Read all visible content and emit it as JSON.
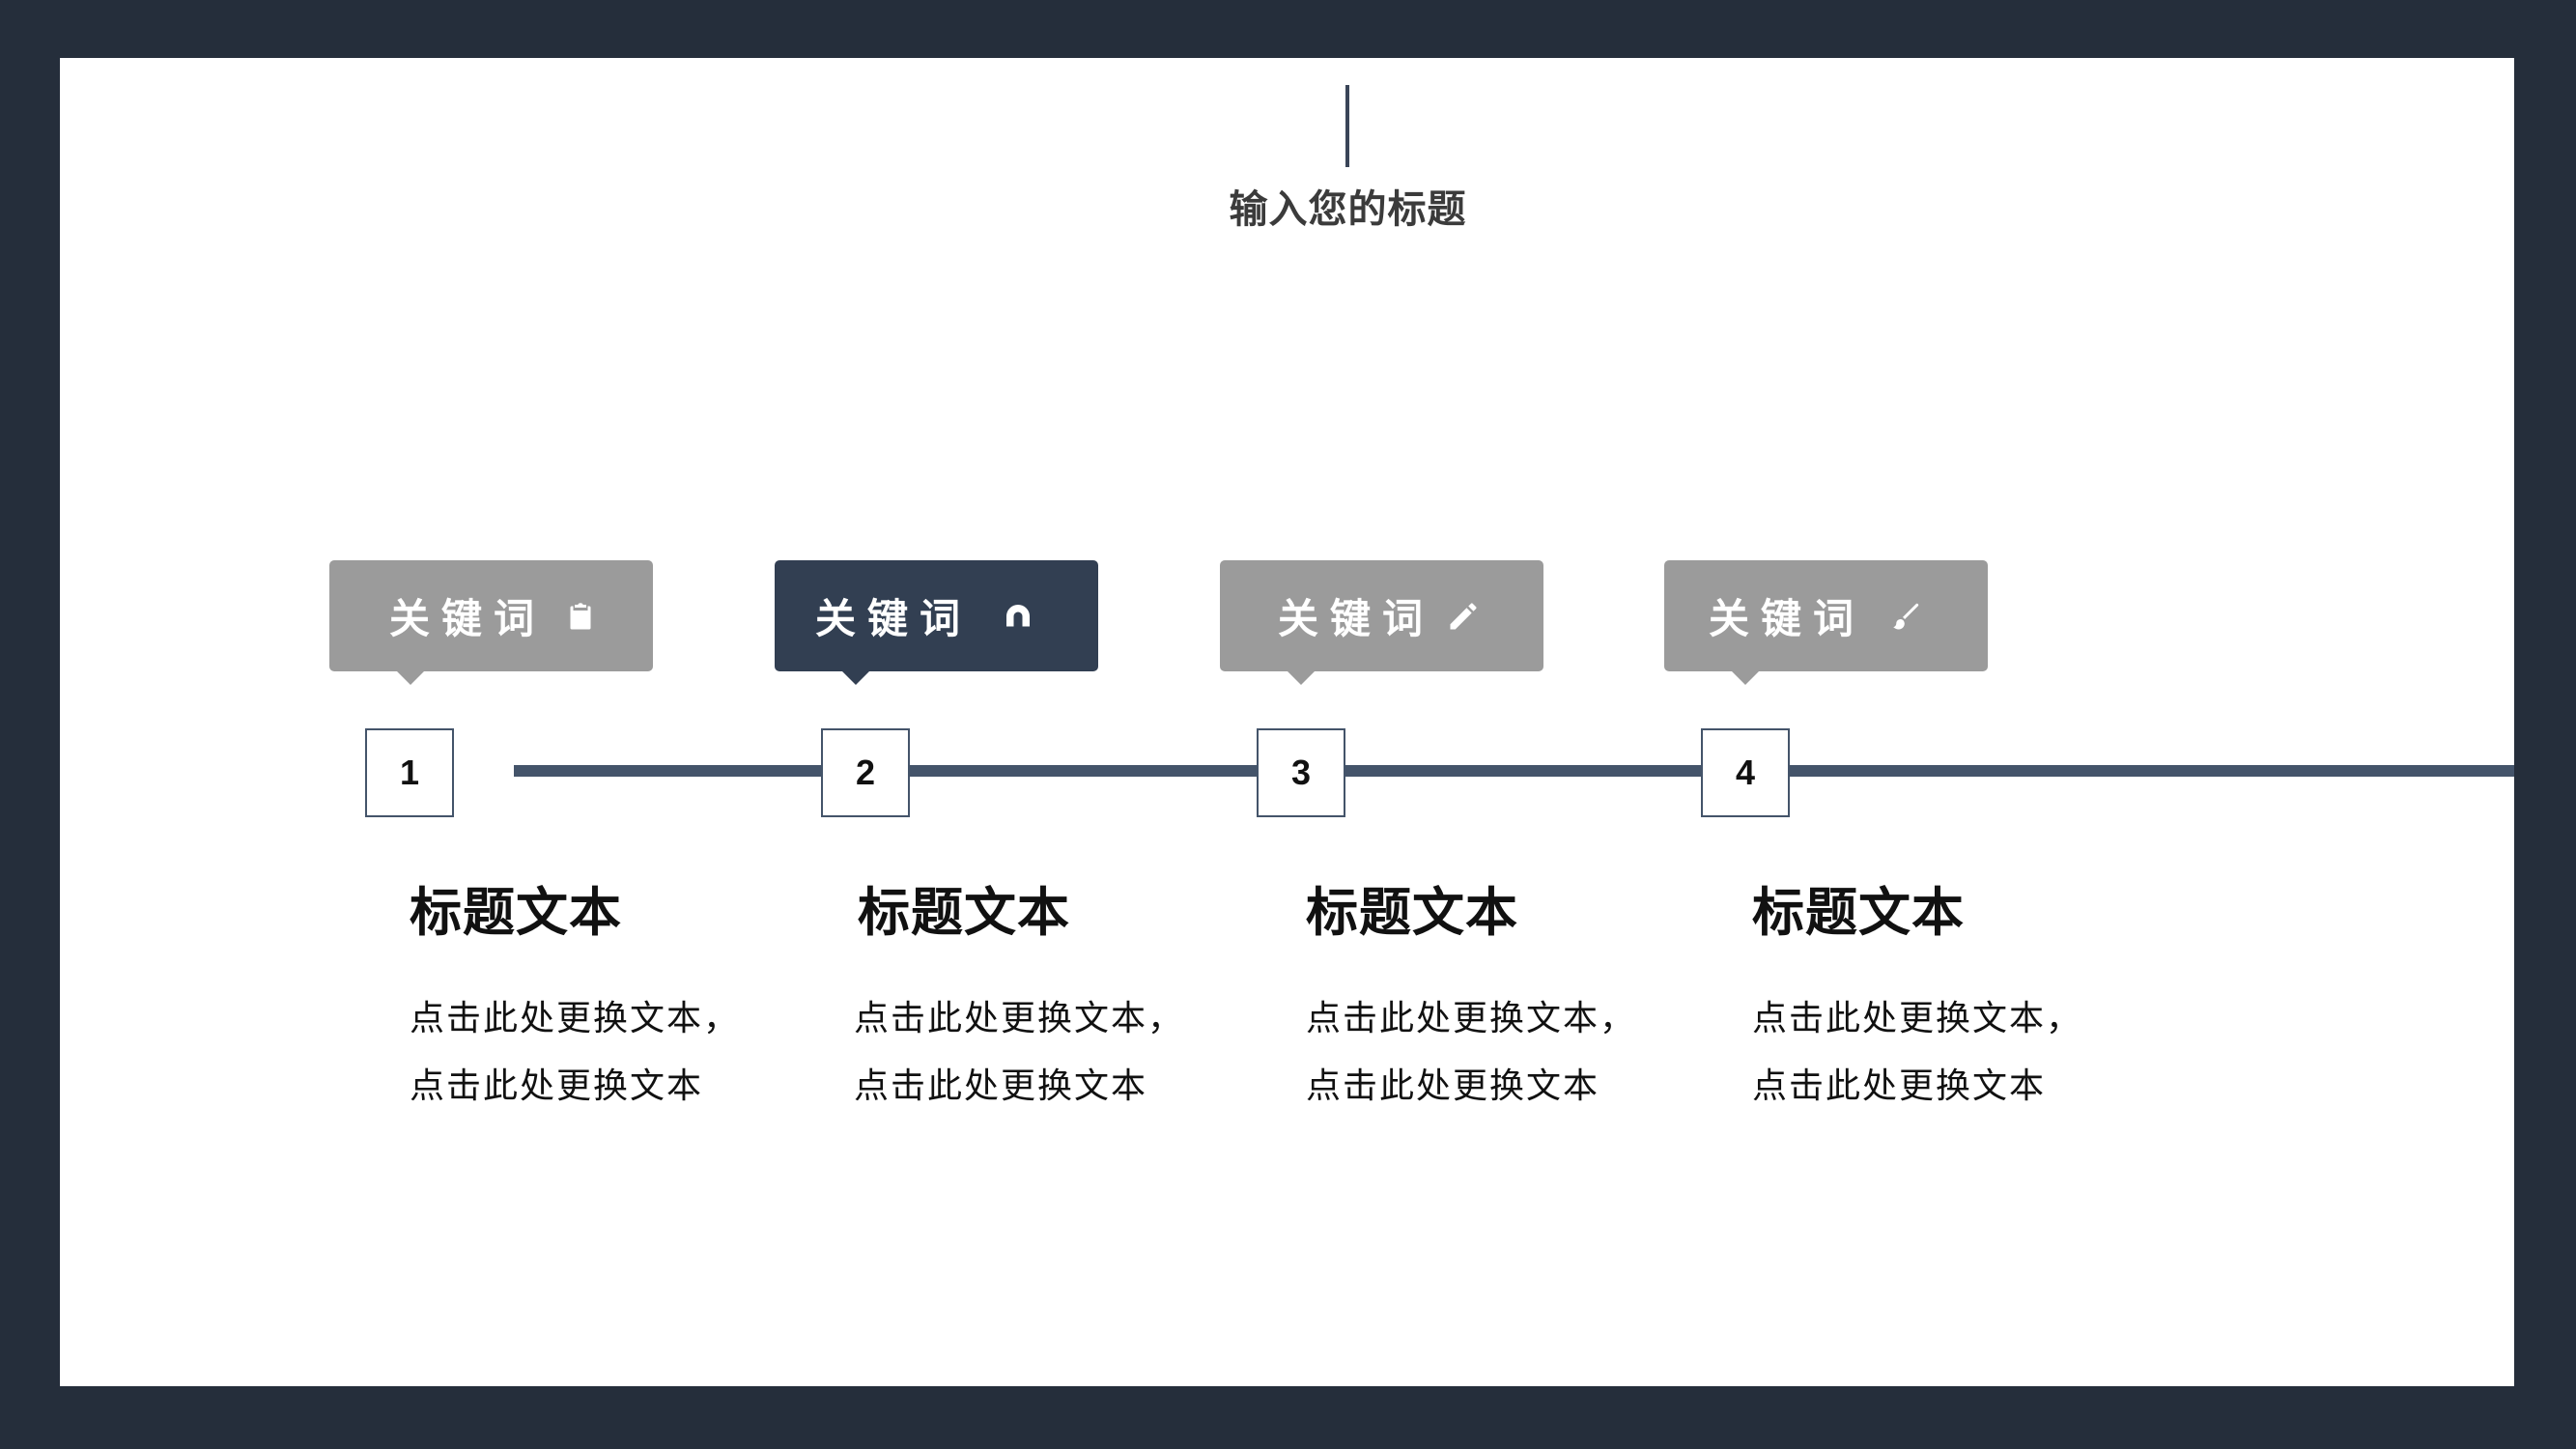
{
  "page": {
    "title": "输入您的标题"
  },
  "colors": {
    "frame": "#252e3b",
    "line": "#44546a",
    "tag_default": "#9b9b9b",
    "tag_active": "#323f52",
    "text": "#111111"
  },
  "steps": [
    {
      "number": "1",
      "keyword": "关键词",
      "icon": "clipboard-icon",
      "active": false,
      "heading": "标题文本",
      "desc_line1": "点击此处更换文本，",
      "desc_line2": "点击此处更换文本"
    },
    {
      "number": "2",
      "keyword": "关键词",
      "icon": "magnet-icon",
      "active": true,
      "heading": "标题文本",
      "desc_line1": "点击此处更换文本，",
      "desc_line2": "点击此处更换文本"
    },
    {
      "number": "3",
      "keyword": "关键词",
      "icon": "pencil-icon",
      "active": false,
      "heading": "标题文本",
      "desc_line1": "点击此处更换文本，",
      "desc_line2": "点击此处更换文本"
    },
    {
      "number": "4",
      "keyword": "关键词",
      "icon": "brush-icon",
      "active": false,
      "heading": "标题文本",
      "desc_line1": "点击此处更换文本，",
      "desc_line2": "点击此处更换文本"
    }
  ]
}
